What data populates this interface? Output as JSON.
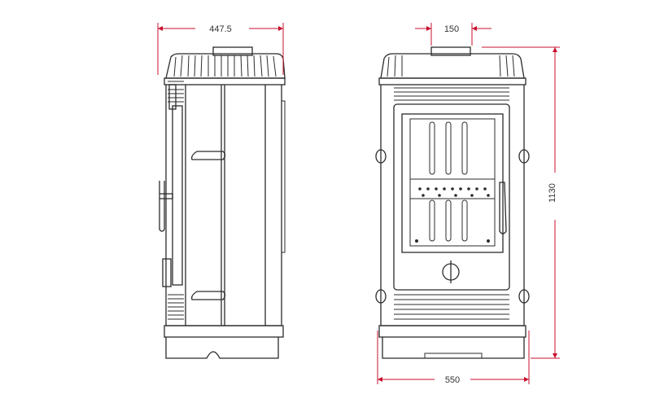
{
  "dimensions": {
    "side_depth": "447.5",
    "flue_diameter": "150",
    "total_height": "1130",
    "front_width": "550"
  },
  "colors": {
    "dimension_line": "#c8102e",
    "outline": "#2b2b2b",
    "dimension_text": "#333333",
    "background": "#ffffff"
  }
}
